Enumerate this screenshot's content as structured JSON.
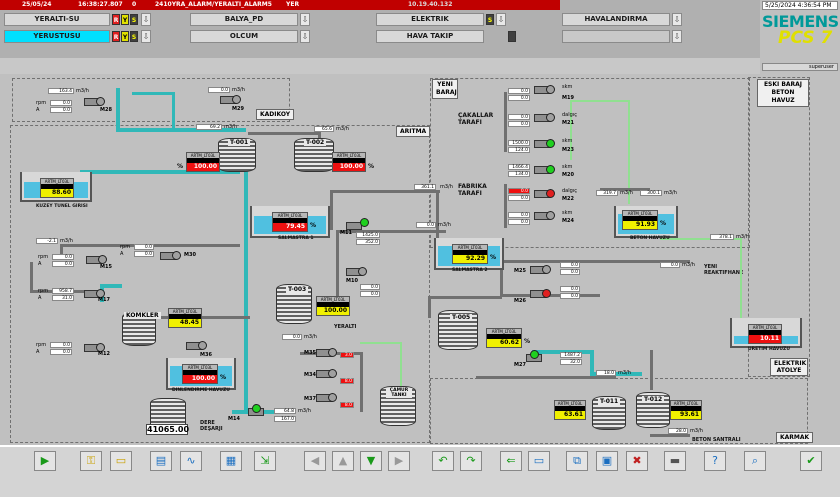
{
  "alarm_line": {
    "date": "25/05/24",
    "time": "16:38:27.807",
    "count": "0",
    "message": "2410YRA_ALARM/YERALTI_ALARM5",
    "area": "YER"
  },
  "ip": "10.19.40.132",
  "clock": "5/25/2024 4:36:54 PM",
  "user": "superuser",
  "brand": {
    "name": "SIEMENS",
    "product": "PCS 7"
  },
  "nav": [
    {
      "label": "YERALTI-SU"
    },
    {
      "label": "YERUSTUSU"
    },
    {
      "label": "BALYA_PD"
    },
    {
      "label": "OLCUM"
    },
    {
      "label": "ELEKTRIK"
    },
    {
      "label": "HAVA TAKIP"
    },
    {
      "label": "HAVALANDIRMA"
    }
  ],
  "flags": {
    "r": "R",
    "y": "Y",
    "s": "S"
  },
  "areas": {
    "kadikoy": "KADIKOY",
    "aritma": "ARITMA",
    "yeni_baraj": "YENI BARAJ",
    "eski_baraj": "ESKI BARAJ BETON HAVUZ",
    "cakallar": "ÇAKALLAR TARAFI",
    "fabrika": "FABRIKA TARAFI",
    "elektrik_atolye": "ELEKTRIK ATOLYE",
    "karmak": "KARMAK",
    "yeni_reaktifhane": "YENI REAKTIFHANE",
    "yeralti": "YERALTI",
    "dere_desarji": "DERE DEŞARJI",
    "beton_santrali": "BETON SANTRALI"
  },
  "tanks": {
    "t001": "T-001",
    "t002": "T-002",
    "t003": "T-003",
    "t005": "T-005",
    "t011": "T-011",
    "t012": "T-012",
    "komkler": "KOMKLER",
    "camur": "ÇAMUR TANKI"
  },
  "basins": {
    "kuzey": {
      "label": "KUZEY TUNEL GIRISI",
      "value": "88.60"
    },
    "salmastra1": {
      "label": "SALMASTRA 1",
      "value": "79.45"
    },
    "salmastra2": {
      "label": "SALMASTRA 2",
      "value": "92.29"
    },
    "beton_havuzu": {
      "label": "BETON HAVUZU",
      "value": "91.93"
    },
    "dinlendirme": {
      "label": "DINLENDIRME HAVUZU",
      "value": "100.00"
    },
    "uretim_havuzu": {
      "label": "URETIM HAVUZU",
      "value": "10.11"
    }
  },
  "levels": {
    "t001": "100.00",
    "t002": "100.00",
    "t003": "100.00",
    "t005": "60.62",
    "t011": "63.61",
    "t012": "93.61",
    "komkler": "48.45",
    "total": "41065.00"
  },
  "meter_header": "ARTM_LT03L",
  "pct": "%",
  "units": {
    "flow": "m3/h",
    "rpm": "rpm",
    "amp": "A",
    "skm": "skm",
    "dalgic": "dalgıç"
  },
  "flows": {
    "f1": "163.4",
    "f2": "0.0",
    "f3": "69.2",
    "f4": "65.6",
    "f5": "-2.1",
    "f6": "361.1",
    "f7": "0.0",
    "f8": "378.1",
    "f9": "300.1",
    "f10": "319.7",
    "f11": "0.0",
    "f12": "18.0",
    "f13": "28.0",
    "f14": "64.8"
  },
  "pumps": {
    "m28": "M28",
    "m29": "M29",
    "m30": "M30",
    "m15": "M15",
    "m17": "M17",
    "m12": "M12",
    "m11": "M11",
    "m10": "M10",
    "m36": "M36",
    "m35": "M35",
    "m34": "M34",
    "m37": "M37",
    "m14": "M14",
    "m19": "M19",
    "m21": "M21",
    "m23": "M23",
    "m20": "M20",
    "m22": "M22",
    "m24": "M24",
    "m25": "M25",
    "m26": "M26",
    "m27": "M27"
  },
  "readings": {
    "r_a": "0.0",
    "r_b": "15.0",
    "r_c": "165.0",
    "r_d": "1425.0",
    "r_e": "352.0",
    "r_f": "1500.0",
    "r_g": "124.0",
    "r_h": "1466.4",
    "r_i": "134.0",
    "r_j": "1487.2",
    "r_k": "32.0",
    "r_l": "958.7",
    "r_m": "31.0",
    "r_n": "3.0",
    "r_o": "8.0",
    "r_p": "167.0"
  },
  "colors": {
    "accent": "#00e0ff",
    "alarm": "#c00000",
    "flow": "#30b8b8",
    "run": "#20d020",
    "stop": "#e02020"
  }
}
